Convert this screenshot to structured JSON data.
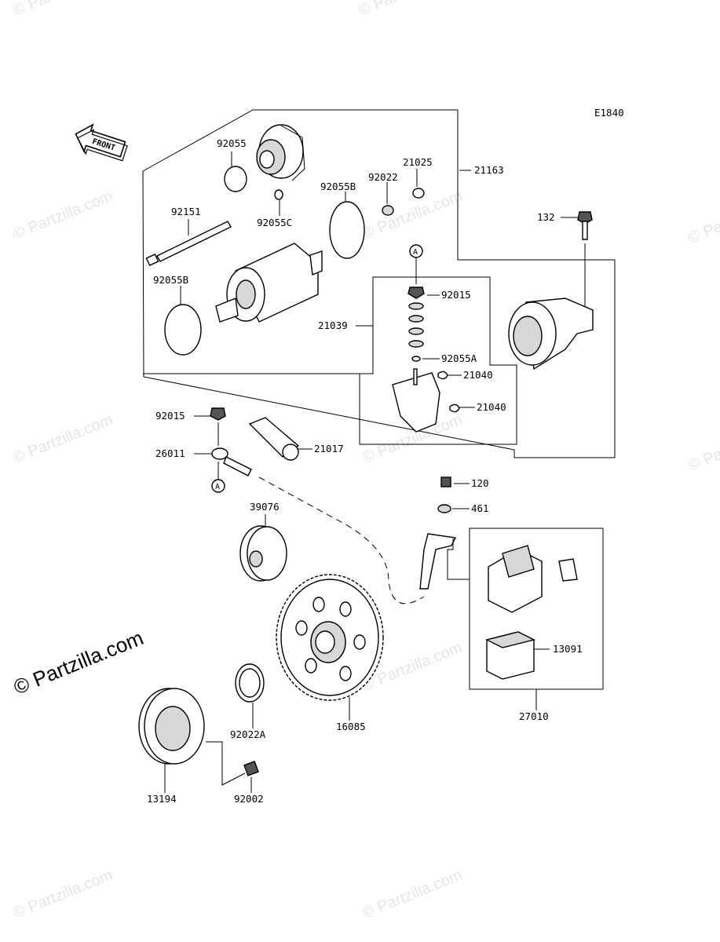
{
  "diagram": {
    "code": "E1840",
    "front_label": "FRONT",
    "ref_marker": "A",
    "parts": {
      "p92055": "92055",
      "p92055B_top": "92055B",
      "p92055C": "92055C",
      "p92022": "92022",
      "p21025": "21025",
      "p21163": "21163",
      "p92151": "92151",
      "p92055B_left": "92055B",
      "p132": "132",
      "p92015_top": "92015",
      "p21039": "21039",
      "p92055A": "92055A",
      "p21040_a": "21040",
      "p21040_b": "21040",
      "p92015_left": "92015",
      "p26011": "26011",
      "p21017": "21017",
      "p120": "120",
      "p461": "461",
      "p39076": "39076",
      "p13091": "13091",
      "p16085": "16085",
      "p92022A": "92022A",
      "p27010": "27010",
      "p13194": "13194",
      "p92002": "92002"
    },
    "watermarks": {
      "small": "© Partzilla.com",
      "large": "© Partzilla.com"
    }
  }
}
